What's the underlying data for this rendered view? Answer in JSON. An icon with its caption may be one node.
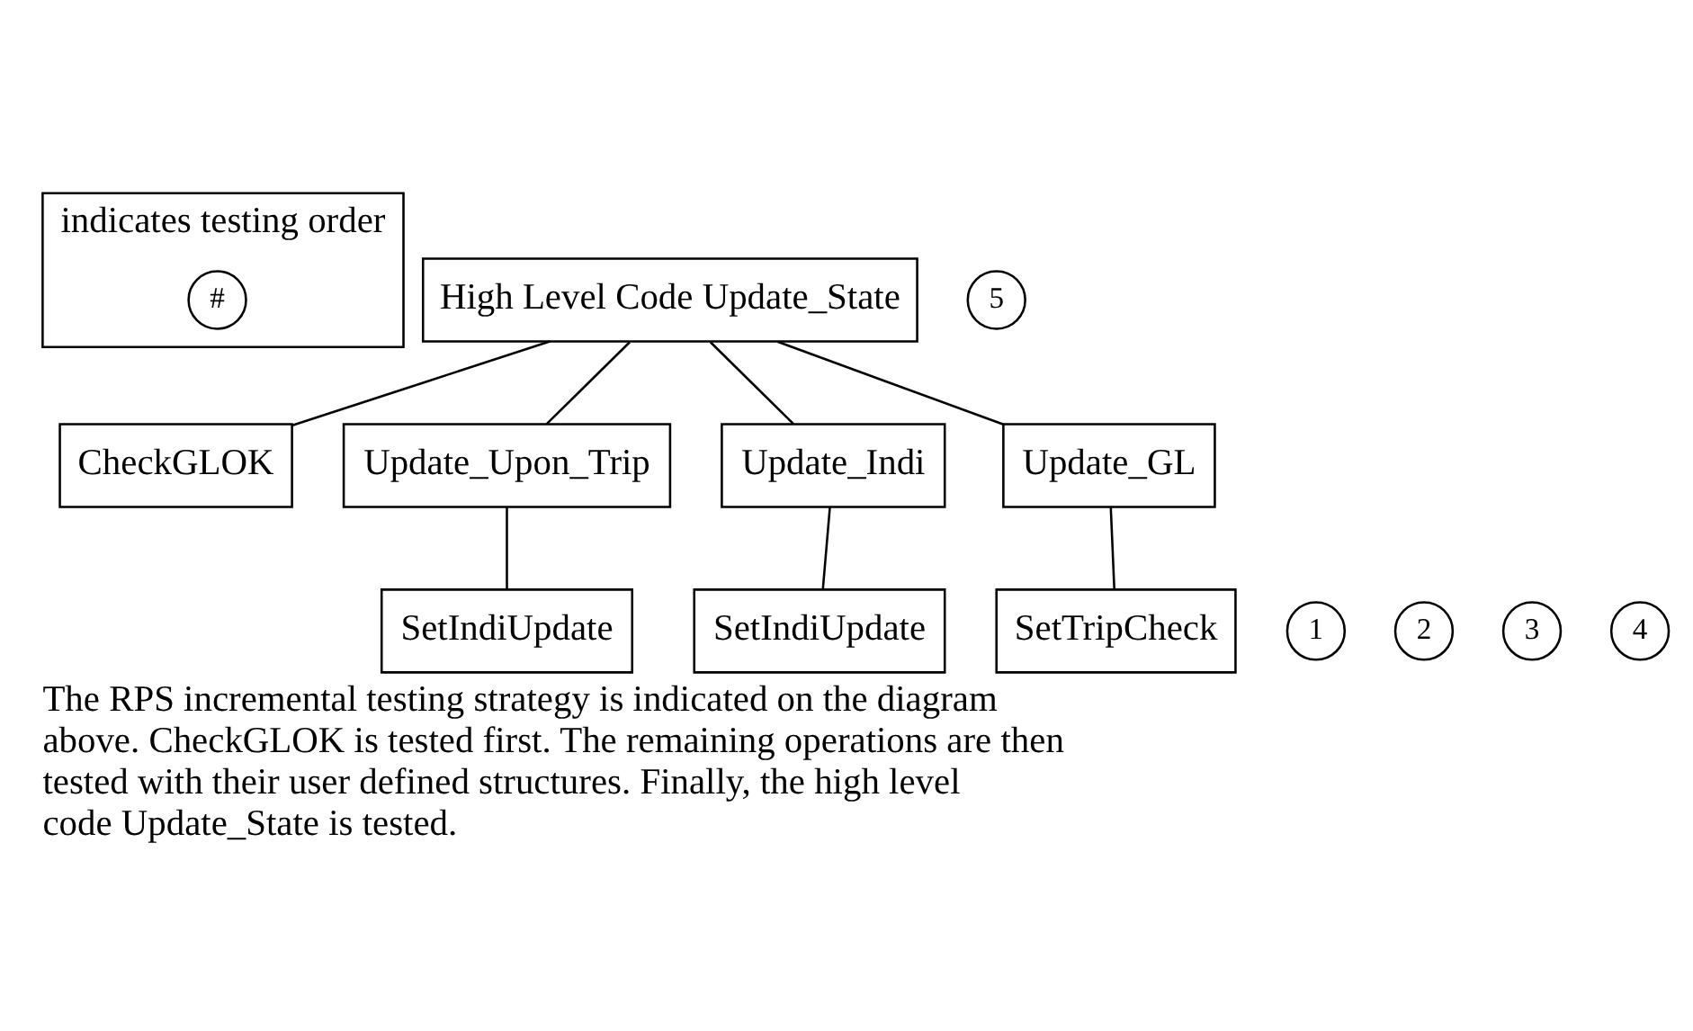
{
  "diagram": {
    "caption": "The RPS incremental testing strategy is indicated on the diagram above. CheckGLOK is tested first. The remaining operations are then tested with their user defined structures. Finally, the high level code Update_State is tested.",
    "nodes": [
      {
        "text": [
          "indicates testing order"
        ]
      },
      {
        "text": [
          "#"
        ],
        "in": 0
      },
      {
        "text": [
          "High Level Code Update_State"
        ]
      },
      {
        "text": [
          "5"
        ]
      },
      {
        "text": [
          "CheckGLOK"
        ]
      },
      {
        "text": [
          "Update_Upon_Trip"
        ]
      },
      {
        "text": [
          "Update_Indi"
        ]
      },
      {
        "text": [
          "Update_GL"
        ]
      },
      {
        "text": [
          "1"
        ]
      },
      {
        "text": [
          "2"
        ]
      },
      {
        "text": [
          "SetIndiUpdate"
        ]
      },
      {
        "text": [
          "3"
        ]
      },
      {
        "text": [
          "SetIndiUpdate"
        ]
      },
      {
        "text": [
          "4"
        ]
      },
      {
        "text": [
          "SetTripCheck"
        ]
      }
    ],
    "edges": [
      {
        "from": 2,
        "to": 4,
        "arrow": "none"
      },
      {
        "from": 2,
        "to": 5,
        "arrow": "none"
      },
      {
        "from": 2,
        "to": 6,
        "arrow": "none"
      },
      {
        "from": 2,
        "to": 7,
        "arrow": "none"
      },
      {
        "from": 5,
        "to": 10,
        "arrow": "none"
      },
      {
        "from": 6,
        "to": 12,
        "arrow": "none"
      },
      {
        "from": 7,
        "to": 14,
        "arrow": "none"
      }
    ]
  }
}
